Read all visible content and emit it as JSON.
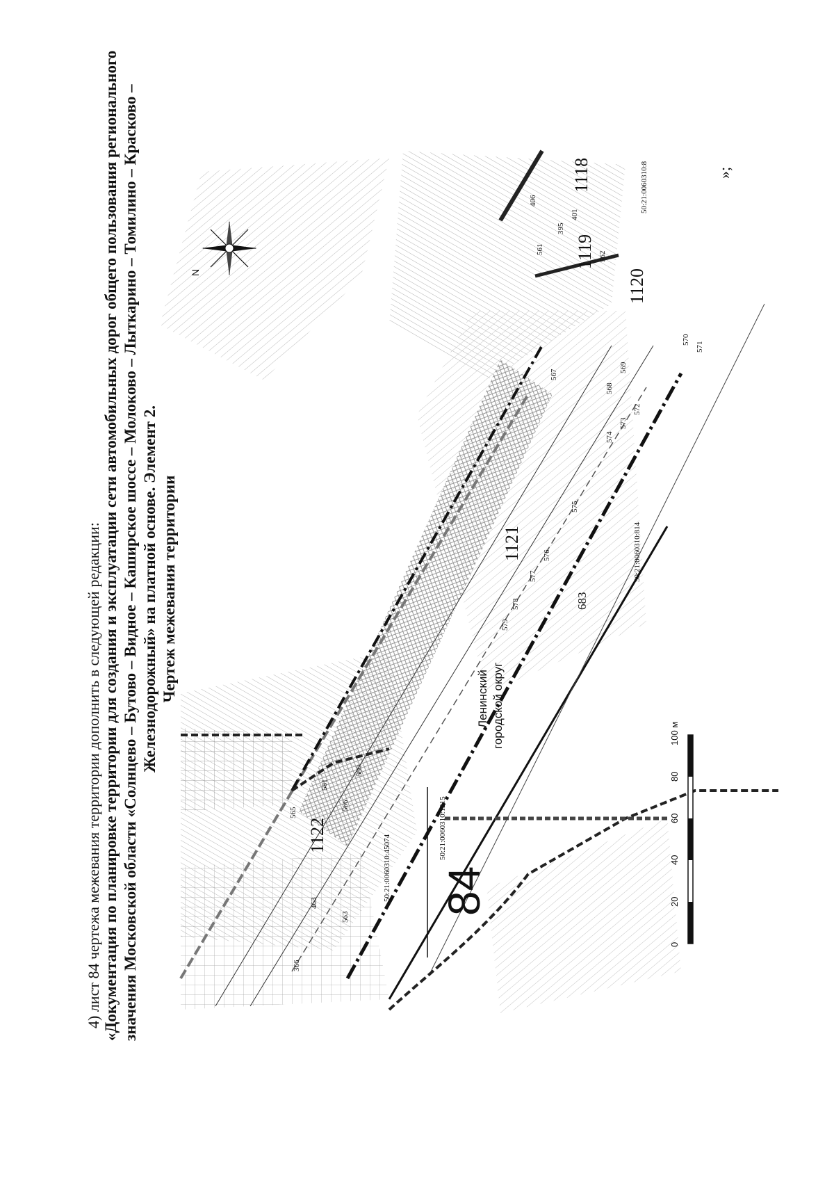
{
  "page_number": "683",
  "intro": "4) лист 84 чертежа межевания территории дополнить в следующей редакции:",
  "title_lines": [
    "«Документация по планировке территории для создания и эксплуатации сети автомобильных дорог общего пользования регионального",
    "значения Московской области «Солнцево – Бутово – Видное – Каширское шоссе – Молоково – Лыткарино – Томилино – Красково –",
    "Железнодорожный» на платной основе. Элемент 2.",
    "Чертеж межевания территории"
  ],
  "sheet_number": "84",
  "closing_mark": "»;",
  "north_label": "N",
  "district_label": [
    "Ленинский",
    "городской округ"
  ],
  "scale_bar": {
    "ticks": [
      "0",
      "20",
      "40",
      "60",
      "80",
      "100 м"
    ]
  },
  "parcel_numbers": [
    "1118",
    "1119",
    "1120",
    "1121",
    "1122"
  ],
  "cadastral_labels": [
    "50:21:0060310:8",
    "50:21:0060310:814",
    "50:21:0060310:1215",
    "50:21:0060310:45074"
  ],
  "point_labels": [
    "366",
    "463",
    "563",
    "565",
    "566",
    "567",
    "568",
    "569",
    "570",
    "571",
    "572",
    "573",
    "574",
    "575",
    "576",
    "577",
    "578",
    "579",
    "580",
    "581",
    "561",
    "562",
    "401",
    "395",
    "406"
  ],
  "colors": {
    "ink": "#111111",
    "hatch": "#9a9a9a",
    "boundary": "#222222"
  }
}
